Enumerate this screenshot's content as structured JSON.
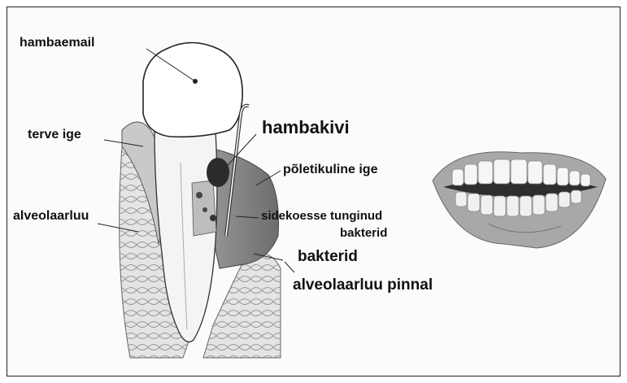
{
  "labels": {
    "enamel": "hambaemail",
    "healthy_gum": "terve ige",
    "alveolar_bone": "alveolaarluu",
    "tartar": "hambakivi",
    "inflamed_gum": "põletikuline ige",
    "tissue_bacteria_1": "sidekoesse tunginud",
    "tissue_bacteria_2": "bakterid",
    "bacteria": "bakterid",
    "bone_surface": "alveolaarluu pinnal"
  },
  "colors": {
    "outline": "#222222",
    "gum": "#7a7a7a",
    "bone": "#d8d8d8",
    "mouth": "#9a9a9a"
  }
}
